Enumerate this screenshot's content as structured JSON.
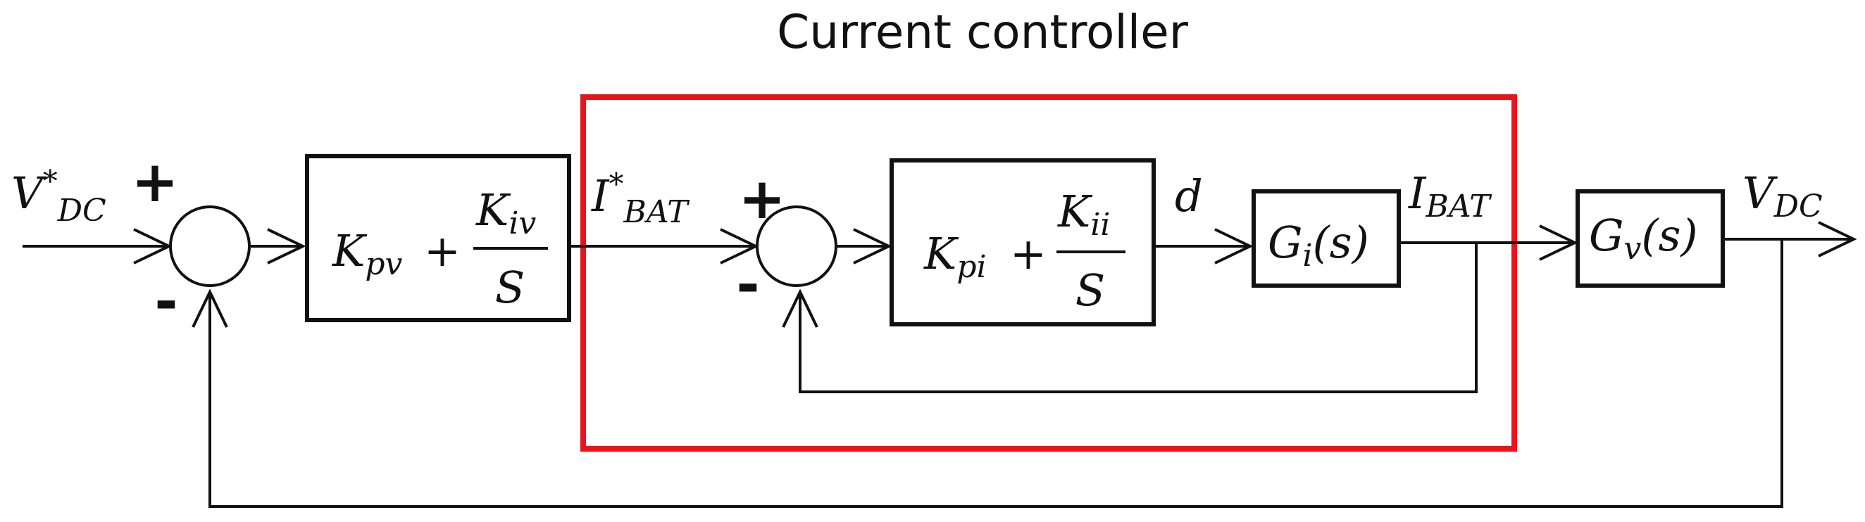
{
  "title": "Current controller",
  "highlight_color": "#e8141b",
  "line_color": "#111111",
  "signals": {
    "vdc_ref": {
      "main": "V",
      "sup": "*",
      "sub": "DC"
    },
    "ibat_ref": {
      "main": "I",
      "sup": "*",
      "sub": "BAT"
    },
    "duty": {
      "main": "d"
    },
    "ibat": {
      "main": "I",
      "sub": "BAT"
    },
    "vdc": {
      "main": "V",
      "sub": "DC"
    }
  },
  "summing_junctions": {
    "outer": {
      "plus": "+",
      "minus": "-"
    },
    "inner": {
      "plus": "+",
      "minus": "-"
    }
  },
  "blocks": {
    "voltage_pi": {
      "k": "K",
      "k_sub": "pv",
      "op": "+",
      "num": "K",
      "num_sub": "iv",
      "den": "S"
    },
    "current_pi": {
      "k": "K",
      "k_sub": "pi",
      "op": "+",
      "num": "K",
      "num_sub": "ii",
      "den": "S"
    },
    "current_plant": {
      "name": "G",
      "sub": "i",
      "arg": "(s)"
    },
    "voltage_plant": {
      "name": "G",
      "sub": "v",
      "arg": "(s)"
    }
  }
}
